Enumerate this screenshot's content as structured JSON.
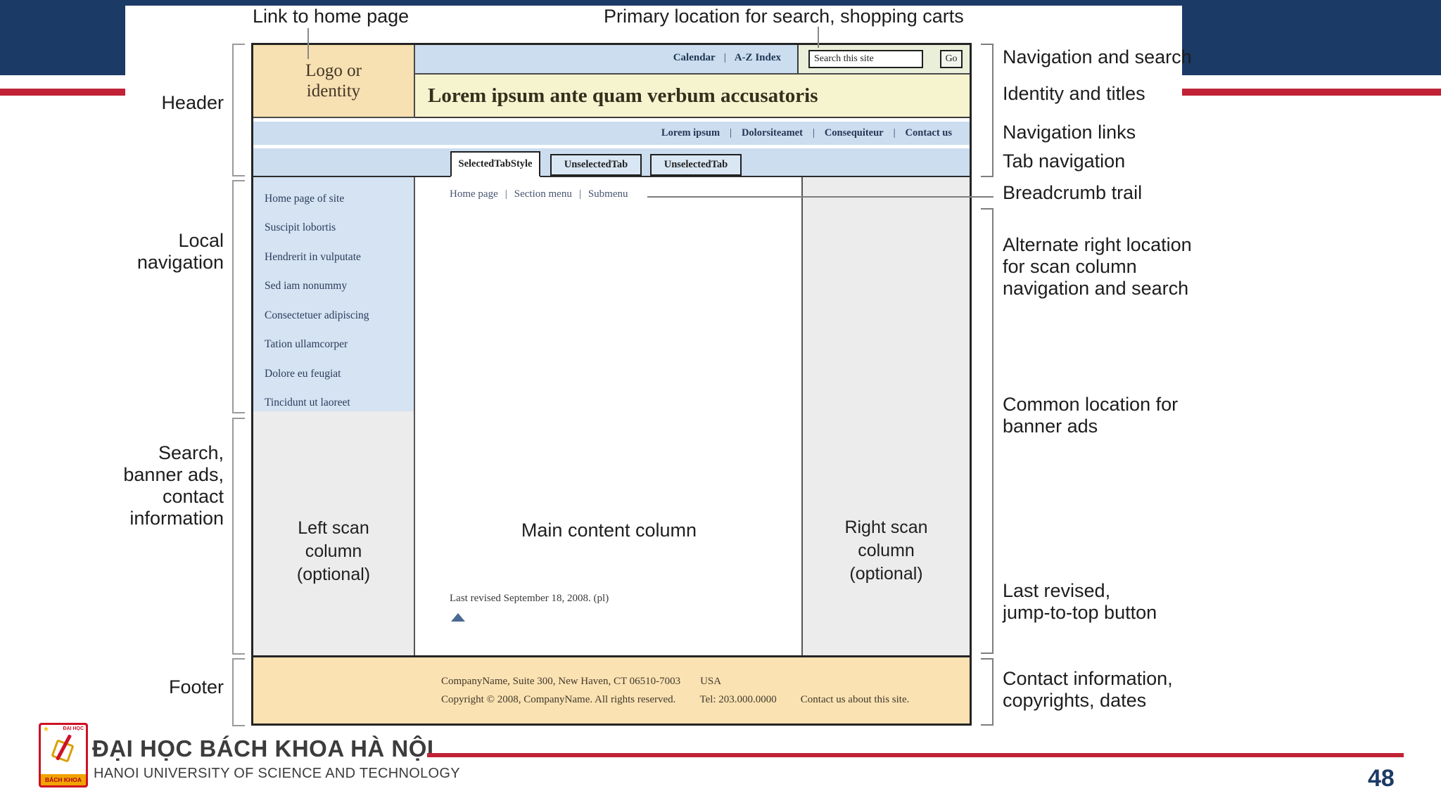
{
  "slide": {
    "page_number": "48",
    "colors": {
      "navy": "#1B3A66",
      "red": "#C22236",
      "header_tan": "#F7E0B2",
      "title_yellow": "#F6F3CF",
      "bar_blue": "#CBDDEF",
      "sidebar_blue": "#D5E3F2",
      "search_green": "#E9EFD9",
      "column_gray": "#ECECEC",
      "footer_tan": "#FBE2B3"
    }
  },
  "branding": {
    "university_vi": "ĐẠI HỌC BÁCH KHOA HÀ NỘI",
    "university_en": "HANOI UNIVERSITY OF SCIENCE AND TECHNOLOGY",
    "logo_top_text": "ĐẠI HỌC",
    "logo_bottom_text": "BÁCH KHOA",
    "star_icon": "★"
  },
  "annotations": {
    "link_home": "Link to home page",
    "primary_search": "Primary location for search, shopping carts",
    "header": "Header",
    "local_nav": "Local\nnavigation",
    "search_banner": "Search,\nbanner ads,\ncontact\ninformation",
    "footer": "Footer",
    "nav_and_search": "Navigation and search",
    "identity_titles": "Identity and titles",
    "navigation_links": "Navigation links",
    "tab_navigation": "Tab navigation",
    "breadcrumb_trail": "Breadcrumb trail",
    "alt_right": "Alternate right location\nfor scan column\nnavigation and search",
    "banner_ads": "Common location for\nbanner ads",
    "last_revised": "Last revised,\njump-to-top button",
    "contact_info": "Contact information,\ncopyrights, dates"
  },
  "wireframe": {
    "separator": "|",
    "logo_box": "Logo or\nidentity",
    "utility_links": [
      "Calendar",
      "A-Z Index"
    ],
    "search": {
      "placeholder": "Search this site",
      "go_label": "Go"
    },
    "site_title": "Lorem ipsum ante quam verbum accusatoris",
    "nav_links": [
      "Lorem ipsum",
      "Dolorsiteamet",
      "Consequiteur",
      "Contact us"
    ],
    "tabs": [
      "SelectedTabStyle",
      "UnselectedTab",
      "UnselectedTab"
    ],
    "sidebar_items": [
      "Home page of site",
      "Suscipit lobortis",
      "Hendrerit in vulputate",
      "Sed iam nonummy",
      "Consectetuer adipiscing",
      "Tation ullamcorper",
      "Dolore eu feugiat",
      "Tincidunt ut laoreet"
    ],
    "breadcrumb": [
      "Home page",
      "Section menu",
      "Submenu"
    ],
    "left_column_label": "Left scan\ncolumn\n(optional)",
    "main_column_label": "Main content column",
    "right_column_label": "Right scan\ncolumn\n(optional)",
    "last_revised": "Last revised September 18, 2008. (pl)",
    "footer_address": "CompanyName, Suite 300, New Haven, CT 06510-7003",
    "footer_country": "USA",
    "footer_copyright": "Copyright © 2008, CompanyName. All rights reserved.",
    "footer_tel": "Tel: 203.000.0000",
    "footer_contact": "Contact us about this site."
  }
}
